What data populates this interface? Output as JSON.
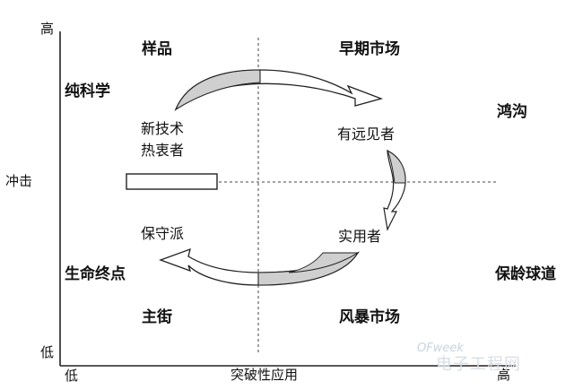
{
  "axes": {
    "y_title": "冲击",
    "y_high": "高",
    "y_low": "低",
    "x_title": "突破性应用",
    "x_low": "低",
    "x_high": "高"
  },
  "quadrants": {
    "top_left": "样品",
    "top_right": "早期市场",
    "bottom_left": "主街",
    "bottom_right": "风暴市场"
  },
  "side_labels": {
    "pure_science": "纯科学",
    "chasm": "鸿沟",
    "end_of_life": "生命终点",
    "bowling_alley": "保龄球道"
  },
  "adopters": {
    "innovators_line1": "新技术",
    "innovators_line2": "热衷者",
    "visionaries": "有远见者",
    "pragmatists": "实用者",
    "conservatives": "保守派"
  },
  "watermark": {
    "brand": "OFweek",
    "site": "电子工程网"
  },
  "colors": {
    "arrow_fill": "#cfcfcf",
    "line": "#222222"
  }
}
